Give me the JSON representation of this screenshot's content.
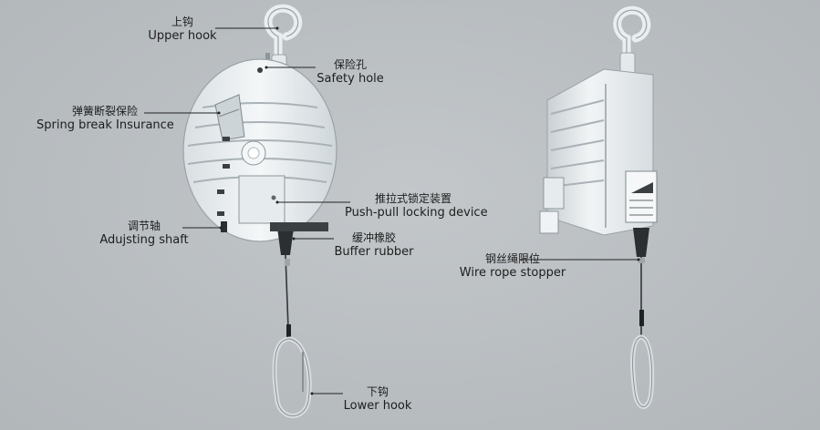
{
  "labels": {
    "upper_hook": {
      "cn": "上钩",
      "en": "Upper hook"
    },
    "safety_hole": {
      "cn": "保险孔",
      "en": "Safety hole"
    },
    "spring_break": {
      "cn": "弹簧断裂保险",
      "en": "Spring break Insurance"
    },
    "push_pull": {
      "cn": "推拉式锁定装置",
      "en": "Push-pull locking device"
    },
    "adjusting_shaft": {
      "cn": "调节轴",
      "en": "Adujsting shaft"
    },
    "buffer_rubber": {
      "cn": "缓冲橡胶",
      "en": "Buffer rubber"
    },
    "wire_rope_stopper": {
      "cn": "钢丝绳限位",
      "en": "Wire rope stopper"
    },
    "lower_hook": {
      "cn": "下钩",
      "en": "Lower hook"
    }
  },
  "colors": {
    "background": "#b9bec1",
    "body": "#e9eef0",
    "leader": "#222222"
  }
}
